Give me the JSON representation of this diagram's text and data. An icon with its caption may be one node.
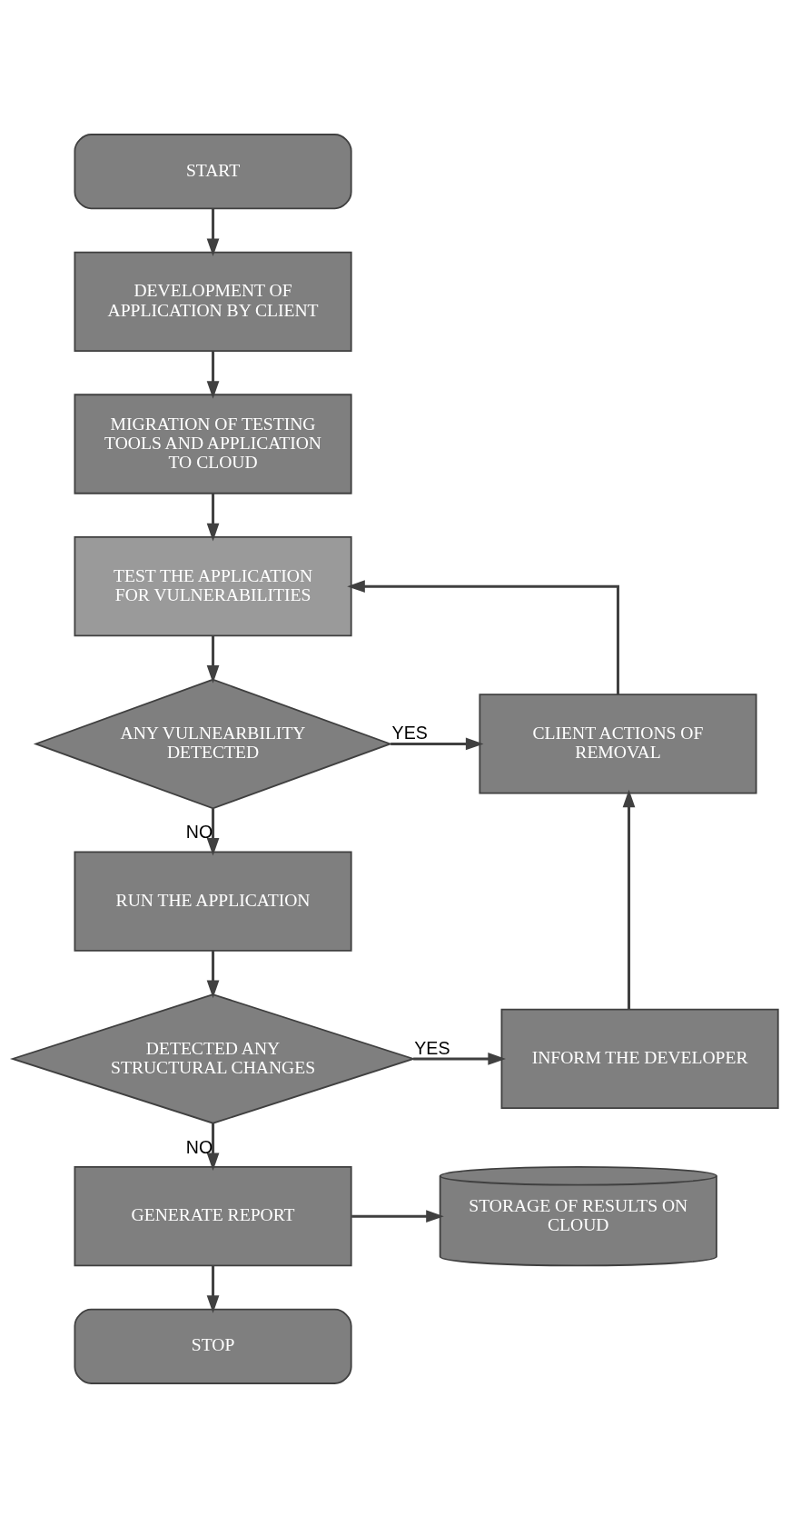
{
  "diagram": {
    "nodes": [
      {
        "text": [
          "START"
        ]
      },
      {
        "text": [
          "DEVELOPMENT OF APPLICATION BY CLIENT"
        ]
      },
      {
        "text": [
          "MIGRATION OF TESTING TOOLS AND APPLICATION TO CLOUD"
        ]
      },
      {
        "text": [
          "TEST THE APPLICATION FOR VULNERABILITIES"
        ]
      },
      {
        "text": [
          "ANY VULNEARBILITY DETECTED"
        ]
      },
      {
        "text": [
          "CLIENT ACTIONS OF REMOVAL"
        ]
      },
      {
        "text": [
          "RUN THE APPLICATION"
        ]
      },
      {
        "text": [
          "DETECTED ANY STRUCTURAL CHANGES"
        ]
      },
      {
        "text": [
          "INFORM THE DEVELOPER"
        ]
      },
      {
        "text": [
          "GENERATE REPORT"
        ]
      },
      {
        "text": [
          "STORAGE OF RESULTS ON CLOUD"
        ]
      },
      {
        "text": [
          "STOP"
        ]
      }
    ],
    "edges": [
      {
        "from": 0,
        "to": 1,
        "arrow": "to"
      },
      {
        "from": 1,
        "to": 2,
        "arrow": "to"
      },
      {
        "from": 2,
        "to": 3,
        "arrow": "to"
      },
      {
        "from": 3,
        "to": 4,
        "arrow": "to"
      },
      {
        "from": 4,
        "to": 5,
        "arrow": "to",
        "label": "YES"
      },
      {
        "from": 5,
        "to": 3,
        "arrow": "to"
      },
      {
        "from": 4,
        "to": 6,
        "arrow": "to",
        "label": "NO"
      },
      {
        "from": 6,
        "to": 7,
        "arrow": "to"
      },
      {
        "from": 7,
        "to": 8,
        "arrow": "to",
        "label": "YES"
      },
      {
        "from": 8,
        "to": 5,
        "arrow": "to"
      },
      {
        "from": 7,
        "to": 9,
        "arrow": "to",
        "label": "NO"
      },
      {
        "from": 9,
        "to": 10,
        "arrow": "to"
      },
      {
        "from": 9,
        "to": 11,
        "arrow": "to"
      }
    ]
  }
}
